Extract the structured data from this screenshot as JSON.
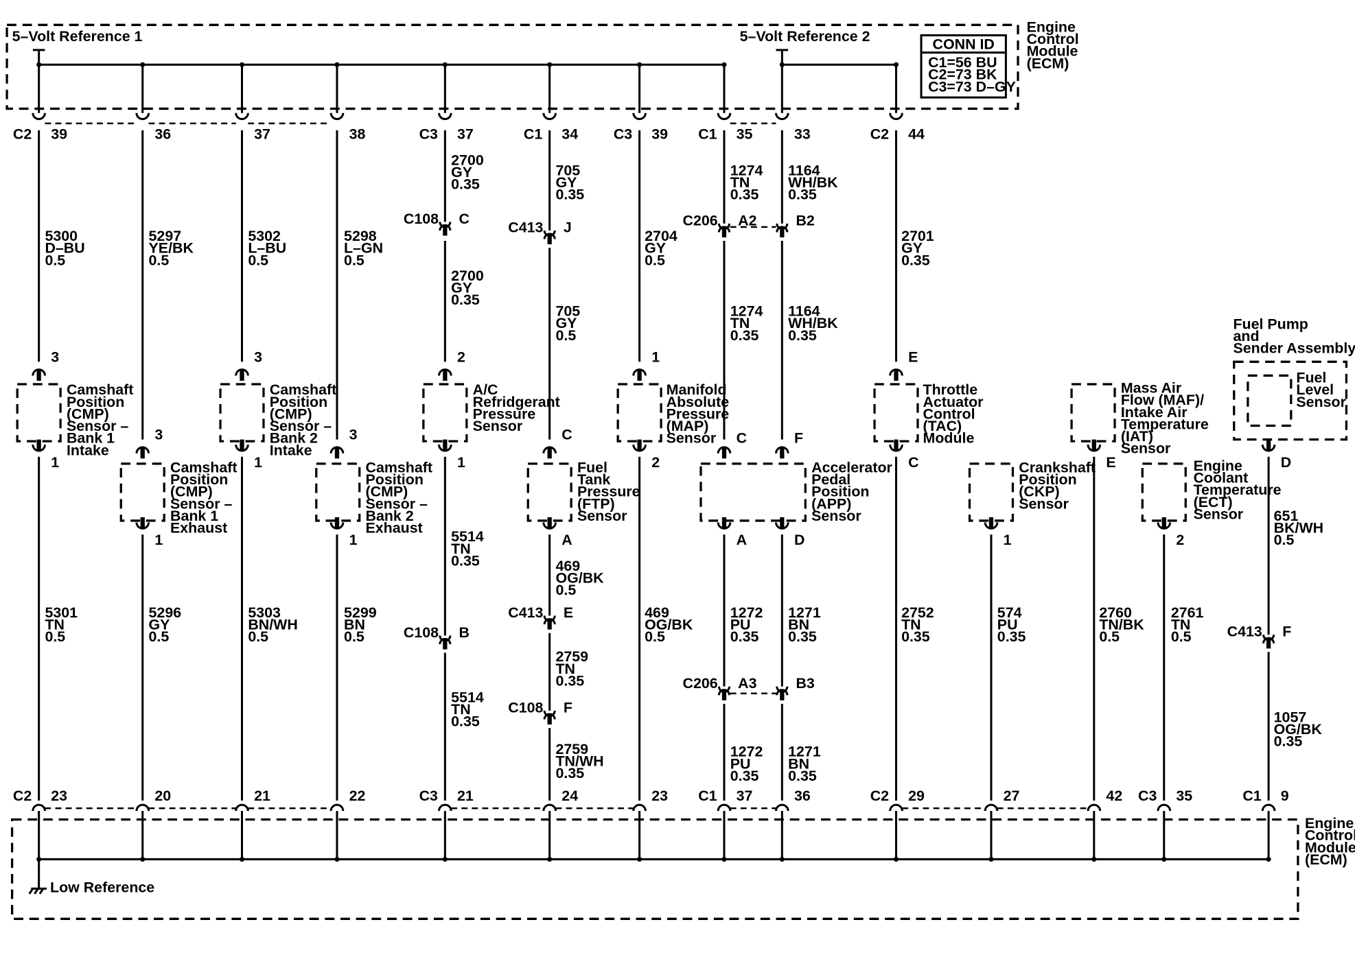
{
  "top_module": {
    "name_lines": [
      "Engine",
      "Control",
      "Module",
      "(ECM)"
    ],
    "ref1_label": "5–Volt Reference 1",
    "ref2_label": "5–Volt Reference 2",
    "conn_id": {
      "title": "CONN ID",
      "rows": [
        "C1=56 BU",
        "C2=73 BK",
        "C3=73 D–GY"
      ]
    }
  },
  "bottom_module": {
    "name_lines": [
      "Engine",
      "Control",
      "Module",
      "(ECM)"
    ],
    "low_ref_label": "Low Reference"
  },
  "fuel_pump_label": [
    "Fuel Pump",
    "and",
    "Sender Assembly"
  ],
  "top_pins": [
    {
      "conn": "C2",
      "pin": "39"
    },
    {
      "conn": "",
      "pin": "36"
    },
    {
      "conn": "",
      "pin": "37"
    },
    {
      "conn": "",
      "pin": "38"
    },
    {
      "conn": "C3",
      "pin": "37"
    },
    {
      "conn": "C1",
      "pin": "34"
    },
    {
      "conn": "C3",
      "pin": "39"
    },
    {
      "conn": "C1",
      "pin": "35"
    },
    {
      "conn": "",
      "pin": "33"
    },
    {
      "conn": "C2",
      "pin": "44"
    }
  ],
  "bottom_pins": [
    {
      "conn": "C2",
      "pin": "23"
    },
    {
      "conn": "",
      "pin": "20"
    },
    {
      "conn": "",
      "pin": "21"
    },
    {
      "conn": "",
      "pin": "22"
    },
    {
      "conn": "C3",
      "pin": "21"
    },
    {
      "conn": "",
      "pin": "24"
    },
    {
      "conn": "",
      "pin": "23"
    },
    {
      "conn": "C1",
      "pin": "37"
    },
    {
      "conn": "",
      "pin": "36"
    },
    {
      "conn": "C2",
      "pin": "29"
    },
    {
      "conn": "",
      "pin": "27"
    },
    {
      "conn": "",
      "pin": "42"
    },
    {
      "conn": "C3",
      "pin": "35"
    },
    {
      "conn": "C1",
      "pin": "9"
    }
  ],
  "wires": [
    {
      "lines": [
        "5300",
        "D–BU",
        "0.5"
      ]
    },
    {
      "lines": [
        "5297",
        "YE/BK",
        "0.5"
      ]
    },
    {
      "lines": [
        "5302",
        "L–BU",
        "0.5"
      ]
    },
    {
      "lines": [
        "5298",
        "L–GN",
        "0.5"
      ]
    },
    {
      "lines": [
        "2700",
        "GY",
        "0.35"
      ]
    },
    {
      "lines": [
        "2700",
        "GY",
        "0.35"
      ]
    },
    {
      "lines": [
        "705",
        "GY",
        "0.35"
      ]
    },
    {
      "lines": [
        "705",
        "GY",
        "0.5"
      ]
    },
    {
      "lines": [
        "2704",
        "GY",
        "0.5"
      ]
    },
    {
      "lines": [
        "1274",
        "TN",
        "0.35"
      ]
    },
    {
      "lines": [
        "1274",
        "TN",
        "0.35"
      ]
    },
    {
      "lines": [
        "1164",
        "WH/BK",
        "0.35"
      ]
    },
    {
      "lines": [
        "1164",
        "WH/BK",
        "0.35"
      ]
    },
    {
      "lines": [
        "2701",
        "GY",
        "0.35"
      ]
    },
    {
      "lines": [
        "5301",
        "TN",
        "0.5"
      ]
    },
    {
      "lines": [
        "5296",
        "GY",
        "0.5"
      ]
    },
    {
      "lines": [
        "5303",
        "BN/WH",
        "0.5"
      ]
    },
    {
      "lines": [
        "5299",
        "BN",
        "0.5"
      ]
    },
    {
      "lines": [
        "5514",
        "TN",
        "0.35"
      ]
    },
    {
      "lines": [
        "5514",
        "TN",
        "0.35"
      ]
    },
    {
      "lines": [
        "469",
        "OG/BK",
        "0.5"
      ]
    },
    {
      "lines": [
        "2759",
        "TN",
        "0.35"
      ]
    },
    {
      "lines": [
        "2759",
        "TN/WH",
        "0.35"
      ]
    },
    {
      "lines": [
        "469",
        "OG/BK",
        "0.5"
      ]
    },
    {
      "lines": [
        "1272",
        "PU",
        "0.35"
      ]
    },
    {
      "lines": [
        "1272",
        "PU",
        "0.35"
      ]
    },
    {
      "lines": [
        "1271",
        "BN",
        "0.35"
      ]
    },
    {
      "lines": [
        "1271",
        "BN",
        "0.35"
      ]
    },
    {
      "lines": [
        "2752",
        "TN",
        "0.35"
      ]
    },
    {
      "lines": [
        "574",
        "PU",
        "0.35"
      ]
    },
    {
      "lines": [
        "2760",
        "TN/BK",
        "0.5"
      ]
    },
    {
      "lines": [
        "2761",
        "TN",
        "0.5"
      ]
    },
    {
      "lines": [
        "651",
        "BK/WH",
        "0.5"
      ]
    },
    {
      "lines": [
        "1057",
        "OG/BK",
        "0.35"
      ]
    }
  ],
  "inline_connectors": [
    {
      "name": "C108",
      "pin": "C"
    },
    {
      "name": "C108",
      "pin": "B"
    },
    {
      "name": "C413",
      "pin": "J"
    },
    {
      "name": "C413",
      "pin": "E"
    },
    {
      "name": "C108",
      "pin": "F"
    },
    {
      "name": "C206",
      "pin": "A2"
    },
    {
      "name": "",
      "pin": "B2"
    },
    {
      "name": "C206",
      "pin": "A3"
    },
    {
      "name": "",
      "pin": "B3"
    },
    {
      "name": "C413",
      "pin": "F"
    }
  ],
  "sensors": [
    {
      "lines": [
        "Camshaft",
        "Position",
        "(CMP)",
        "Sensor –",
        "Bank 1",
        "Intake"
      ],
      "pin_top": "3",
      "pin_bottom": "1"
    },
    {
      "lines": [
        "Camshaft",
        "Position",
        "(CMP)",
        "Sensor –",
        "Bank 1",
        "Exhaust"
      ],
      "pin_top": "3",
      "pin_bottom": "1"
    },
    {
      "lines": [
        "Camshaft",
        "Position",
        "(CMP)",
        "Sensor –",
        "Bank 2",
        "Intake"
      ],
      "pin_top": "3",
      "pin_bottom": "1"
    },
    {
      "lines": [
        "Camshaft",
        "Position",
        "(CMP)",
        "Sensor –",
        "Bank 2",
        "Exhaust"
      ],
      "pin_top": "3",
      "pin_bottom": "1"
    },
    {
      "lines": [
        "A/C",
        "Refridgerant",
        "Pressure",
        "Sensor"
      ],
      "pin_top": "2",
      "pin_bottom": "1"
    },
    {
      "lines": [
        "Fuel",
        "Tank",
        "Pressure",
        "(FTP)",
        "Sensor"
      ],
      "pin_top": "C",
      "pin_bottom": "A"
    },
    {
      "lines": [
        "Manifold",
        "Absolute",
        "Pressure",
        "(MAP)",
        "Sensor"
      ],
      "pin_top": "1",
      "pin_bottom": "2"
    },
    {
      "lines": [
        "Accelerator",
        "Pedal",
        "Position",
        "(APP)",
        "Sensor"
      ],
      "pins": [
        "C",
        "F",
        "A",
        "D"
      ]
    },
    {
      "lines": [
        "Throttle",
        "Actuator",
        "Control",
        "(TAC)",
        "Module"
      ],
      "pin_top": "E",
      "pin_bottom": "C"
    },
    {
      "lines": [
        "Crankshaft",
        "Position",
        "(CKP)",
        "Sensor"
      ],
      "pin_bottom": "1"
    },
    {
      "lines": [
        "Mass Air",
        "Flow (MAF)/",
        "Intake Air",
        "Temperature",
        "(IAT)",
        "Sensor"
      ],
      "pin_bottom": "E"
    },
    {
      "lines": [
        "Engine",
        "Coolant",
        "Temperature",
        "(ECT)",
        "Sensor"
      ],
      "pin_bottom": "2"
    },
    {
      "lines": [
        "Fuel",
        "Level",
        "Sensor"
      ],
      "pin_bottom": "D"
    }
  ]
}
